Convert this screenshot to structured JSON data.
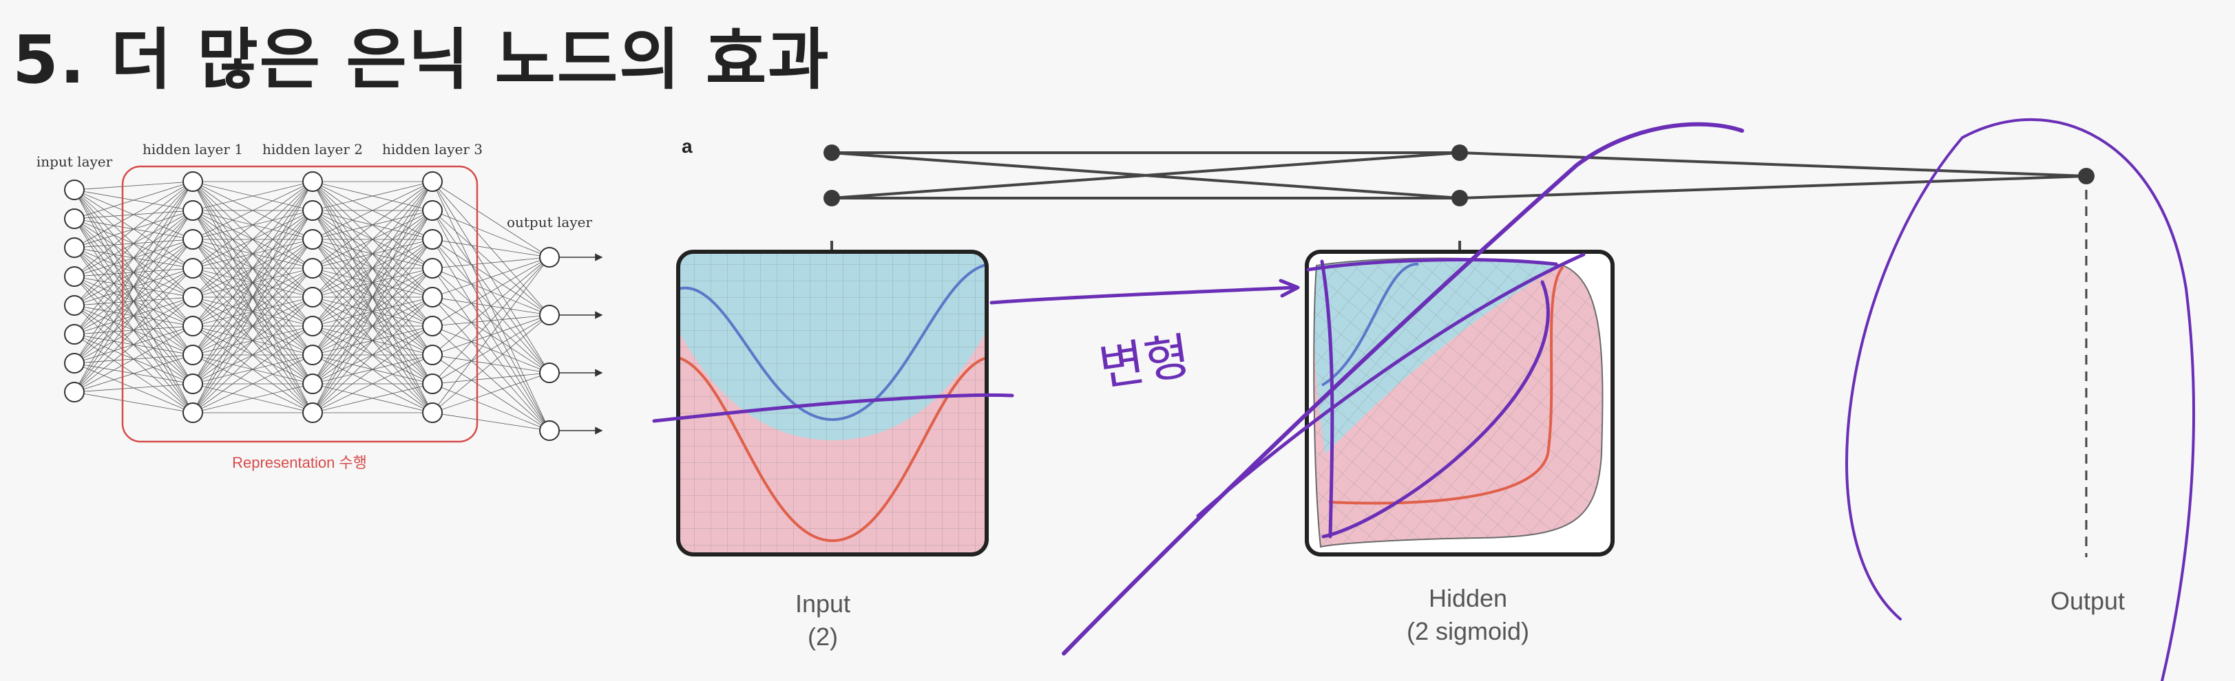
{
  "title": "5. 더 많은 은닉 노드의 효과",
  "network": {
    "input_label": "input layer",
    "hidden1_label": "hidden layer 1",
    "hidden2_label": "hidden layer 2",
    "hidden3_label": "hidden layer 3",
    "output_label": "output layer",
    "representation_label": "Representation 수행",
    "input_nodes": 8,
    "hidden_nodes": 9,
    "output_nodes": 4
  },
  "panel": {
    "letter": "a",
    "input_caption": "Input",
    "input_sub": "(2)",
    "hidden_caption": "Hidden",
    "hidden_sub": "(2 sigmoid)",
    "output_caption": "Output"
  },
  "annotation": {
    "handwriting": "변형"
  },
  "colors": {
    "blue_region": "#b0d9e3",
    "red_region": "#eebfc9",
    "blue_curve": "#5a78c8",
    "red_curve": "#e0604a",
    "ink": "#6a2fb6",
    "rep_box": "#d64b4b"
  }
}
